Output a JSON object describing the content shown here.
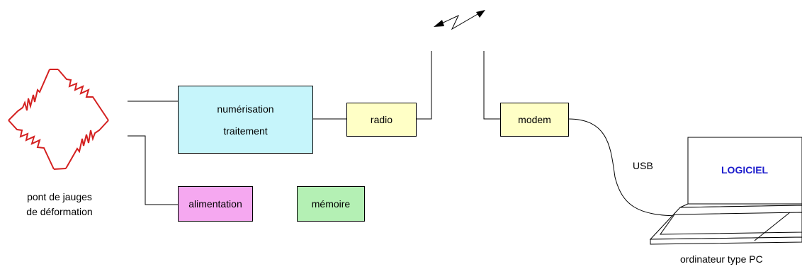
{
  "colors": {
    "gauge": "#d42020",
    "numerisation_fill": "#c6f5fb",
    "radio_fill": "#ffffc6",
    "modem_fill": "#ffffc6",
    "alimentation_fill": "#f5a8f0",
    "memoire_fill": "#b4f0b4",
    "logiciel_text": "#1a1acc",
    "line": "#000000"
  },
  "gauge": {
    "icon": "strain-gauge-bridge-icon",
    "caption_line1": "pont de jauges",
    "caption_line2": "de déformation"
  },
  "blocks": {
    "numerisation_line1": "numérisation",
    "numerisation_line2": "traitement",
    "radio": "radio",
    "modem": "modem",
    "alimentation": "alimentation",
    "memoire": "mémoire"
  },
  "link": {
    "icon": "radio-link-icon",
    "usb_label": "USB"
  },
  "computer": {
    "icon": "laptop-icon",
    "screen_text": "LOGICIEL",
    "caption": "ordinateur type PC"
  }
}
